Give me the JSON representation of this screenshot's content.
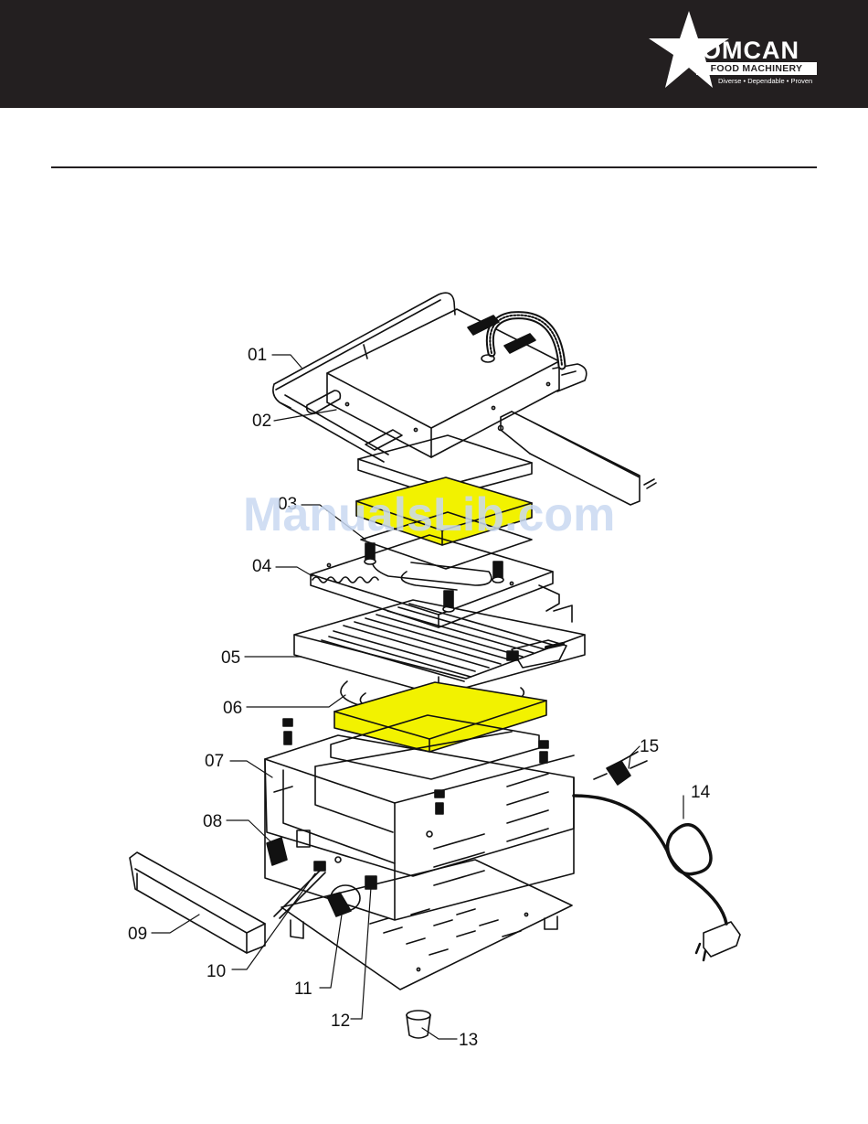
{
  "brand": {
    "name": "OMCAN",
    "sub": "FOOD MACHINERY",
    "tagline": "Diverse • Dependable • Proven"
  },
  "watermark": "ManualsLib.com",
  "colors": {
    "header_bg": "#231f20",
    "highlight_yellow": "#f2f200",
    "line": "#111111"
  },
  "callouts": {
    "p01": "01",
    "p02": "02",
    "p03": "03",
    "p04": "04",
    "p05": "05",
    "p06": "06",
    "p07": "07",
    "p08": "08",
    "p09": "09",
    "p10": "10",
    "p11": "11",
    "p12": "12",
    "p13": "13",
    "p14": "14",
    "p15": "15"
  }
}
